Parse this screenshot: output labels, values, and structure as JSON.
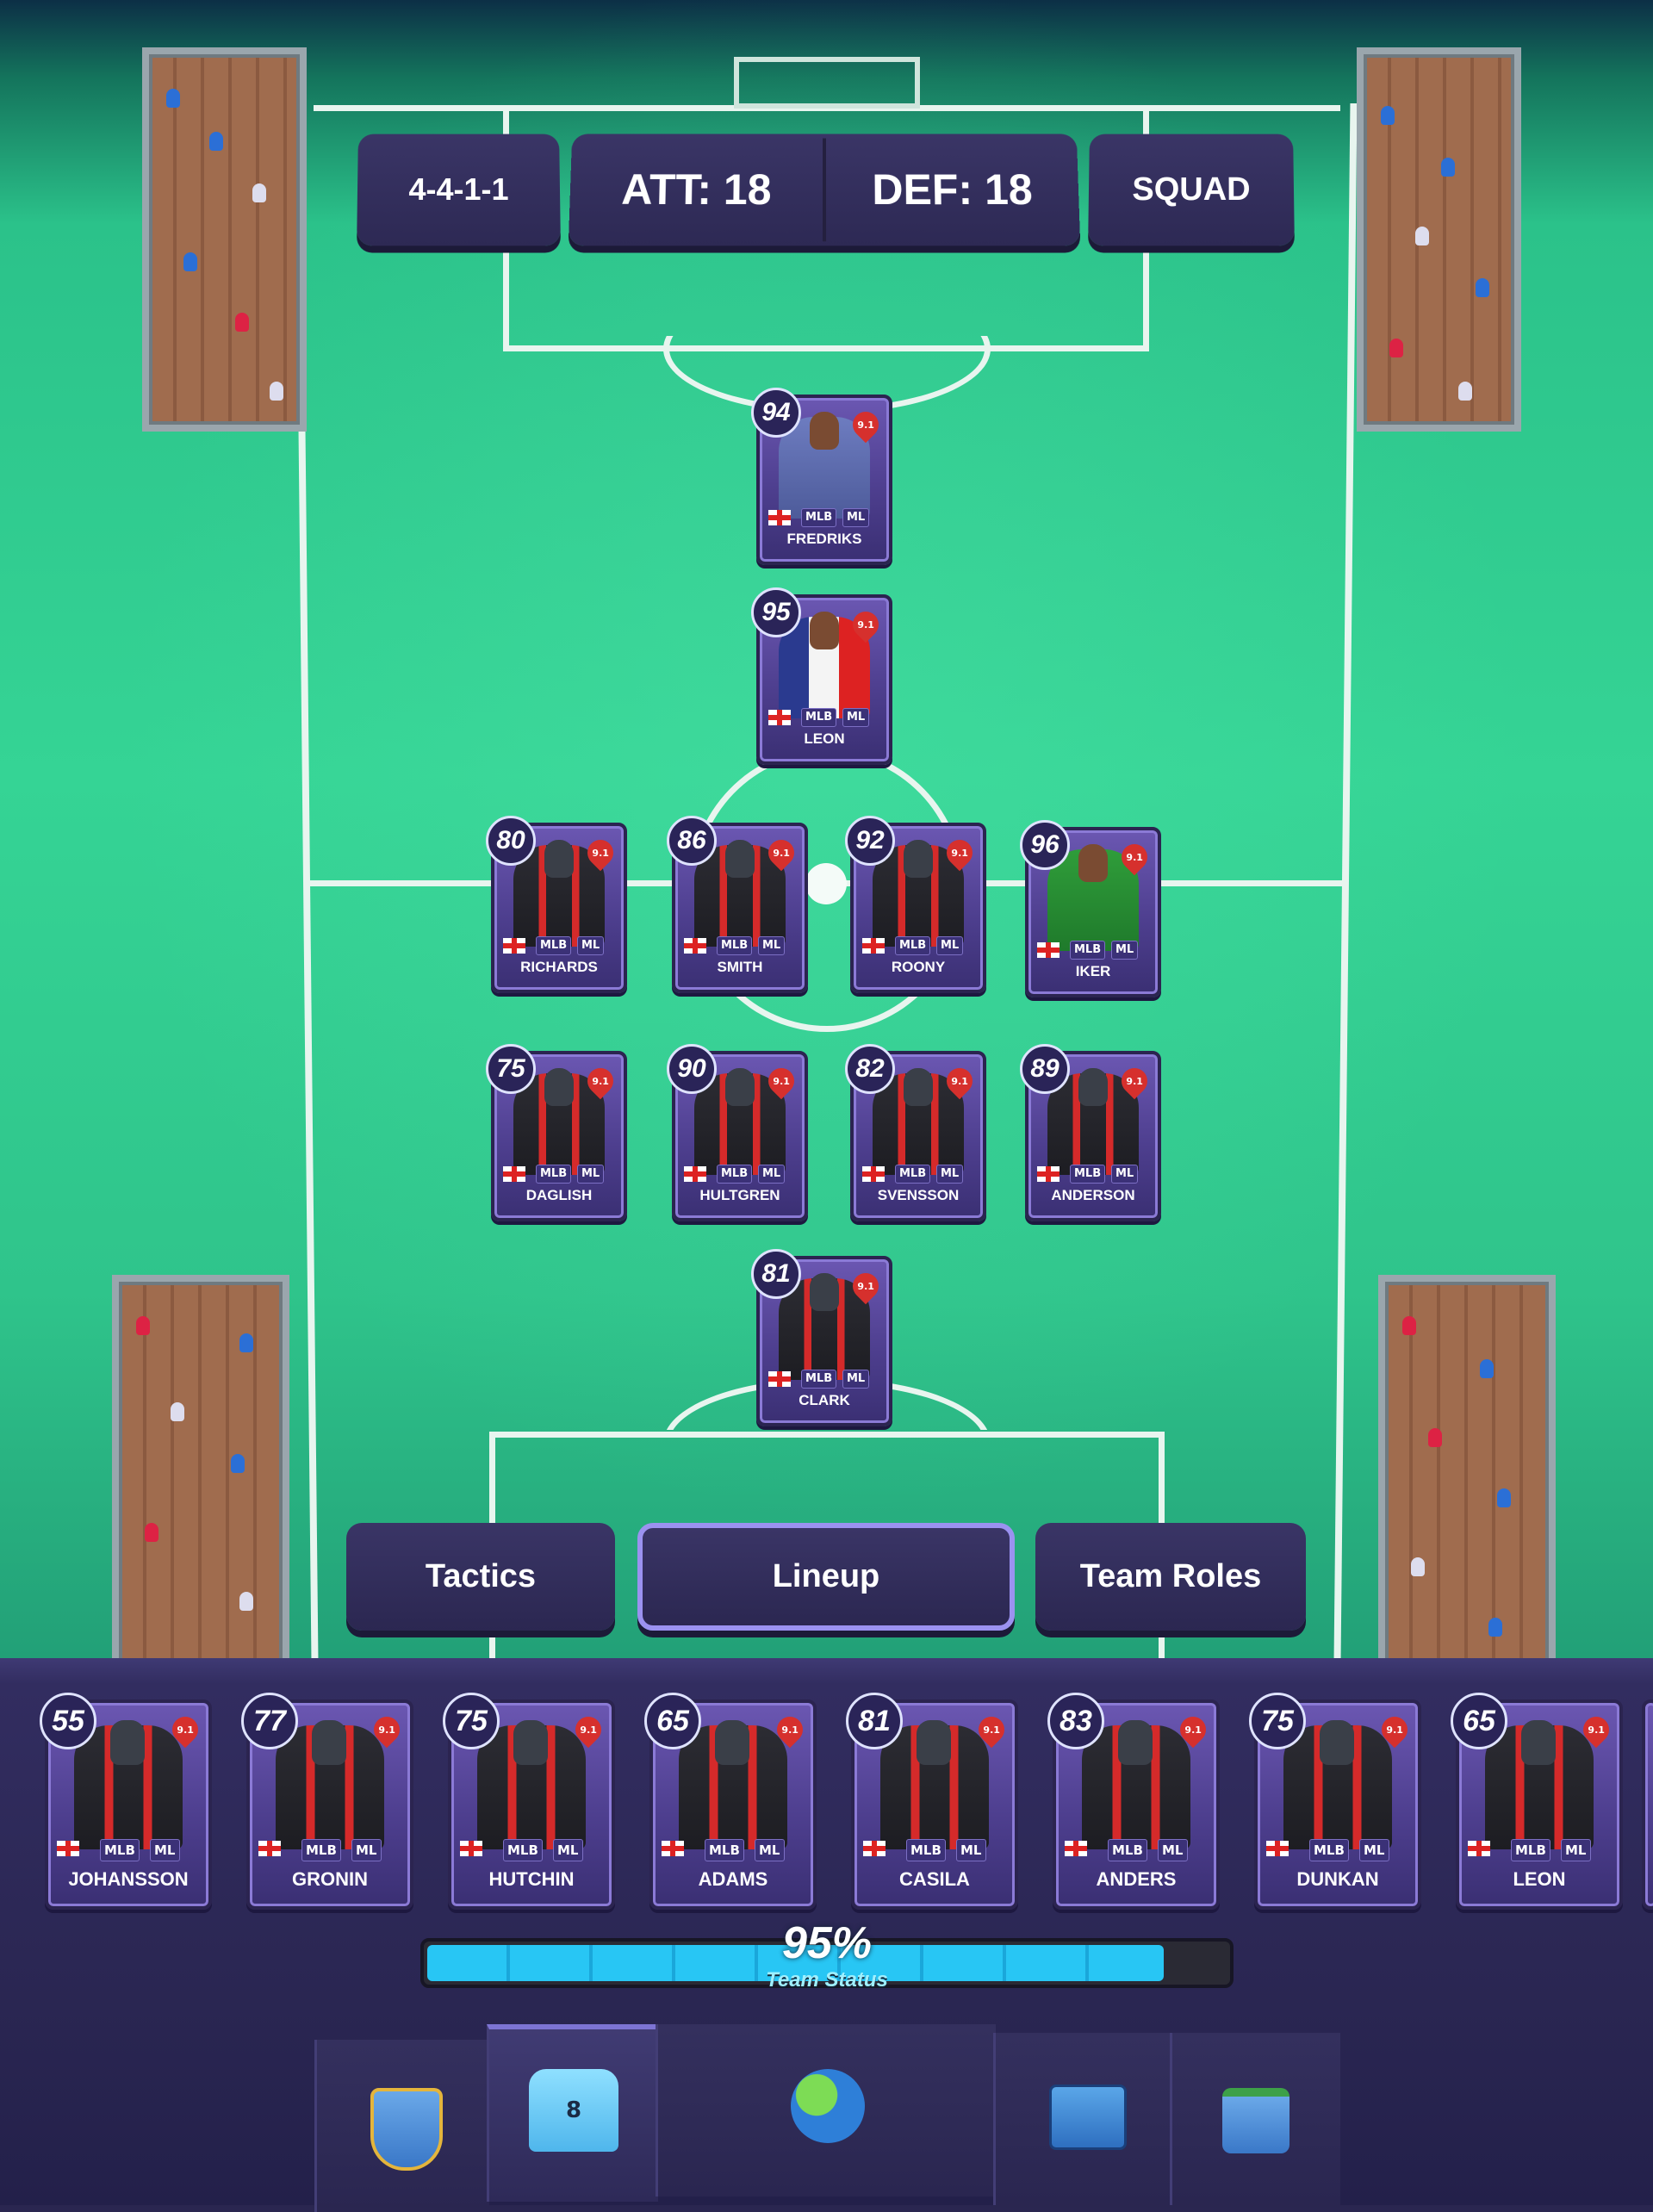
{
  "formation": "4-4-1-1",
  "att": "ATT: 18",
  "def": "DEF: 18",
  "squad_label": "SQUAD",
  "lineup": [
    {
      "name": "FREDRIKS",
      "rating": "94",
      "energy": "9.1",
      "pos1": "MLB",
      "pos2": "ML",
      "avatar": "person-a"
    },
    {
      "name": "LEON",
      "rating": "95",
      "energy": "9.1",
      "pos1": "MLB",
      "pos2": "ML",
      "avatar": "person-b"
    },
    {
      "name": "RICHARDS",
      "rating": "80",
      "energy": "9.1",
      "pos1": "MLB",
      "pos2": "ML",
      "avatar": "kit"
    },
    {
      "name": "SMITH",
      "rating": "86",
      "energy": "9.1",
      "pos1": "MLB",
      "pos2": "ML",
      "avatar": "kit"
    },
    {
      "name": "ROONY",
      "rating": "92",
      "energy": "9.1",
      "pos1": "MLB",
      "pos2": "ML",
      "avatar": "kit"
    },
    {
      "name": "IKER",
      "rating": "96",
      "energy": "9.1",
      "pos1": "MLB",
      "pos2": "ML",
      "avatar": "person-c"
    },
    {
      "name": "DAGLISH",
      "rating": "75",
      "energy": "9.1",
      "pos1": "MLB",
      "pos2": "ML",
      "avatar": "kit"
    },
    {
      "name": "HULTGREN",
      "rating": "90",
      "energy": "9.1",
      "pos1": "MLB",
      "pos2": "ML",
      "avatar": "kit"
    },
    {
      "name": "SVENSSON",
      "rating": "82",
      "energy": "9.1",
      "pos1": "MLB",
      "pos2": "ML",
      "avatar": "kit"
    },
    {
      "name": "ANDERSON",
      "rating": "89",
      "energy": "9.1",
      "pos1": "MLB",
      "pos2": "ML",
      "avatar": "kit"
    },
    {
      "name": "CLARK",
      "rating": "81",
      "energy": "9.1",
      "pos1": "MLB",
      "pos2": "ML",
      "avatar": "kit"
    }
  ],
  "tabs": {
    "tactics": "Tactics",
    "lineup": "Lineup",
    "team_roles": "Team Roles"
  },
  "bench": [
    {
      "name": "JOHANSSON",
      "rating": "55",
      "energy": "9.1",
      "pos1": "MLB",
      "pos2": "ML"
    },
    {
      "name": "GRONIN",
      "rating": "77",
      "energy": "9.1",
      "pos1": "MLB",
      "pos2": "ML"
    },
    {
      "name": "HUTCHIN",
      "rating": "75",
      "energy": "9.1",
      "pos1": "MLB",
      "pos2": "ML"
    },
    {
      "name": "ADAMS",
      "rating": "65",
      "energy": "9.1",
      "pos1": "MLB",
      "pos2": "ML"
    },
    {
      "name": "CASILA",
      "rating": "81",
      "energy": "9.1",
      "pos1": "MLB",
      "pos2": "ML"
    },
    {
      "name": "ANDERS",
      "rating": "83",
      "energy": "9.1",
      "pos1": "MLB",
      "pos2": "ML"
    },
    {
      "name": "DUNKAN",
      "rating": "75",
      "energy": "9.1",
      "pos1": "MLB",
      "pos2": "ML"
    },
    {
      "name": "LEON",
      "rating": "65",
      "energy": "9.1",
      "pos1": "MLB",
      "pos2": "ML"
    }
  ],
  "team_status": {
    "percent_label": "95%",
    "label": "Team Status",
    "fraction": 0.95
  },
  "kit_number": "8",
  "nav_icons": [
    "shield-icon",
    "jersey-icon",
    "globe-icon",
    "chest-icon",
    "wallet-icon"
  ]
}
